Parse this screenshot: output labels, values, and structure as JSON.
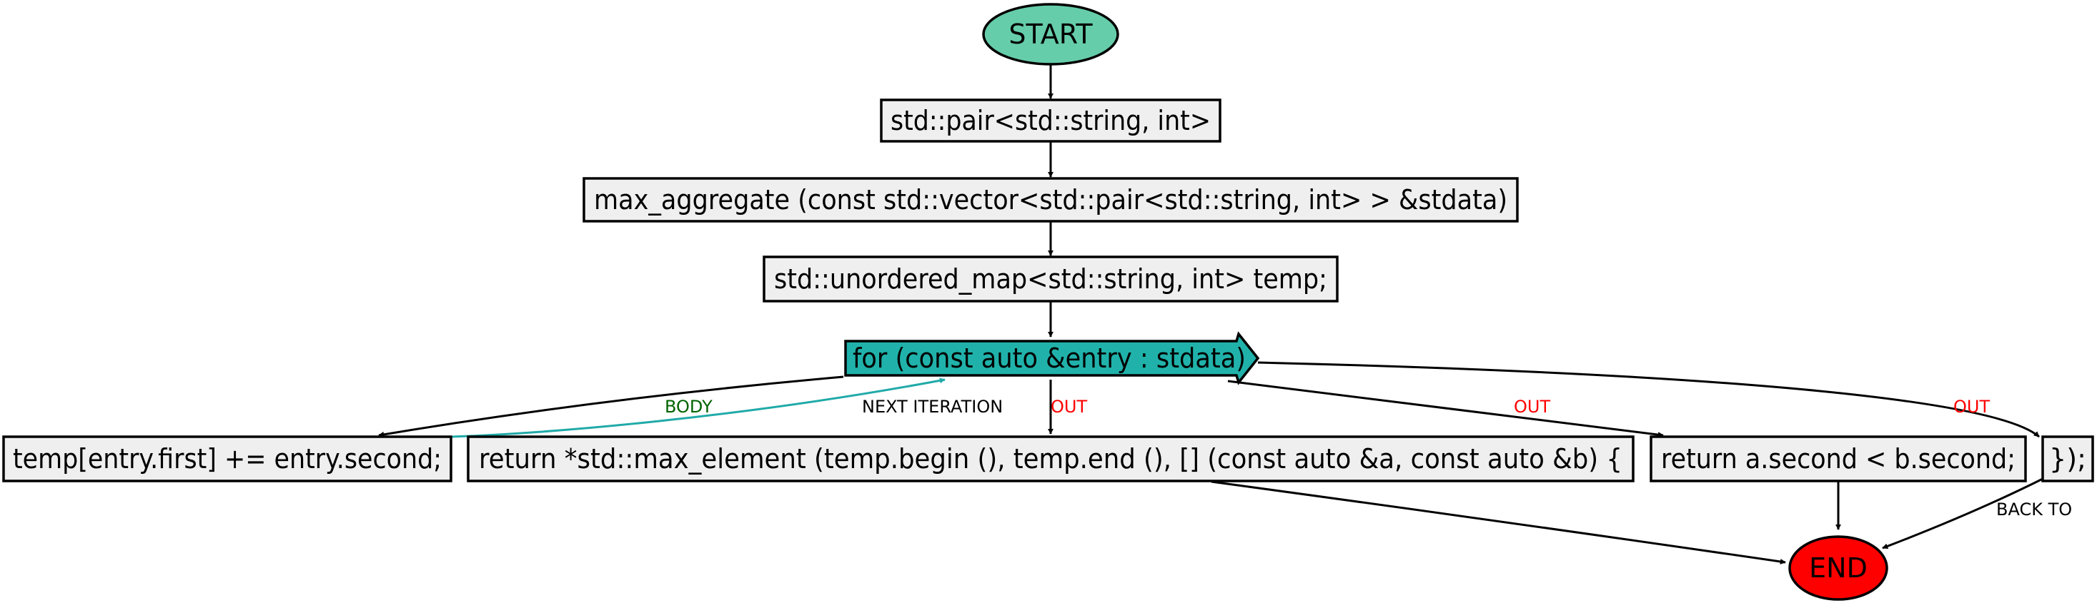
{
  "colors": {
    "start_fill": "#66cdaa",
    "end_fill": "#ff0000",
    "box_fill": "#efefef",
    "loop_fill": "#20b2aa",
    "loop_edge": "#20aaa8",
    "body_label": "#006400",
    "out_label": "#ff0000",
    "plain_label": "#000000"
  },
  "nodes": {
    "start": "START",
    "pair_type": "std::pair<std::string, int>",
    "function_signature": "max_aggregate (const std::vector<std::pair<std::string, int> > &stdata)",
    "map_decl": "std::unordered_map<std::string, int> temp;",
    "for_loop": "for (const auto &entry : stdata)",
    "loop_body": "temp[entry.first] += entry.second;",
    "return_max": "return *std::max_element (temp.begin (), temp.end (), [] (const auto &a, const auto &b) {",
    "lambda_return": "return a.second < b.second;",
    "lambda_close": "});",
    "end": "END"
  },
  "edge_labels": {
    "body": "BODY",
    "next_iteration": "NEXT ITERATION",
    "out_center": "OUT",
    "out_lambda": "OUT",
    "out_close": "OUT",
    "back_to": "BACK TO"
  }
}
